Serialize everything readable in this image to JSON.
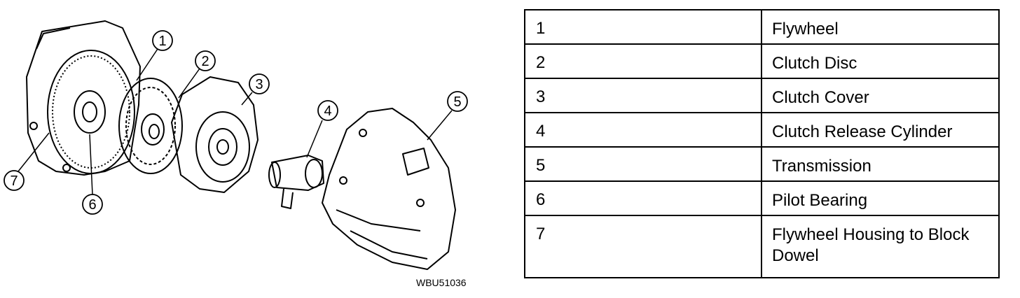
{
  "diagram": {
    "callouts": [
      "1",
      "2",
      "3",
      "4",
      "5",
      "6",
      "7"
    ],
    "figure_code": "WBU51036"
  },
  "legend": [
    {
      "num": "1",
      "desc": "Flywheel"
    },
    {
      "num": "2",
      "desc": "Clutch Disc"
    },
    {
      "num": "3",
      "desc": "Clutch Cover"
    },
    {
      "num": "4",
      "desc": "Clutch Release Cylinder"
    },
    {
      "num": "5",
      "desc": "Transmission"
    },
    {
      "num": "6",
      "desc": "Pilot Bearing"
    },
    {
      "num": "7",
      "desc": "Flywheel Housing to Block Dowel"
    }
  ]
}
